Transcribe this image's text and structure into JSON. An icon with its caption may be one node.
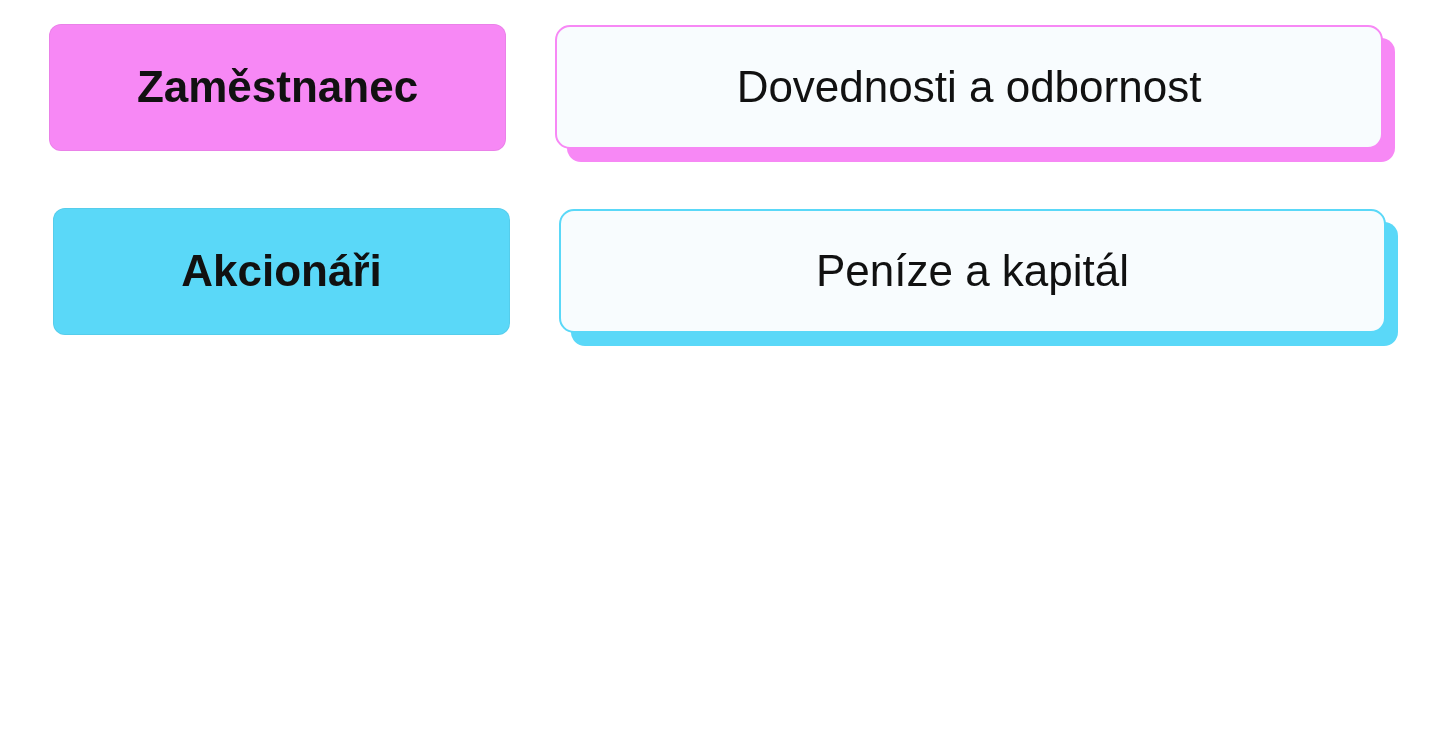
{
  "diagram": {
    "nodes": [
      {
        "text": [
          "Zaměstnanec"
        ]
      },
      {
        "text": [
          "Dovednosti a odbornost"
        ]
      },
      {
        "text": [
          "Akcionáři"
        ]
      },
      {
        "text": [
          "Peníze a kapitál"
        ]
      }
    ]
  }
}
